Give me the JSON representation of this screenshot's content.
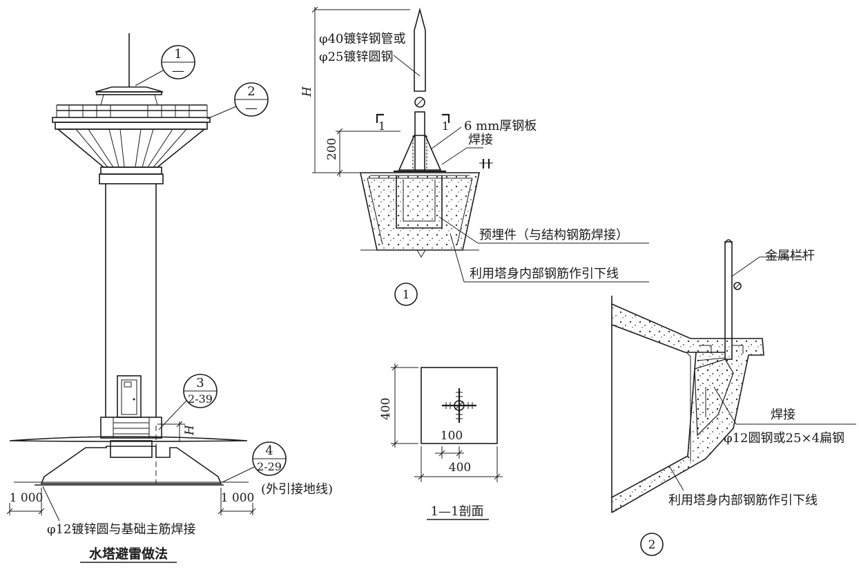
{
  "tower": {
    "title": "水塔避雷做法",
    "callout1_top": "1",
    "callout1_bottom": "—",
    "callout2_top": "2",
    "callout2_bottom": "—",
    "callout3_top": "3",
    "callout3_bottom": "2-39",
    "callout4_top": "4",
    "callout4_bottom": "2-29",
    "external_ground": "(外引接地线)",
    "dim_left": "1 000",
    "dim_right": "1 000",
    "dim_h": "H",
    "foundation_note": "φ12镀锌圆与基础主筋焊接"
  },
  "detail1": {
    "rod_line1": "φ40镀锌钢管或",
    "rod_line2": "φ25镀锌圆钢",
    "dim_h": "H",
    "dim_200": "200",
    "sec_left": "1",
    "sec_right": "1",
    "plate": "6 mm厚钢板",
    "weld": "焊接",
    "embedded": "预埋件（与结构钢筋焊接）",
    "downlead": "利用塔身内部钢筋作引下线",
    "label": "1"
  },
  "section": {
    "dim_400_v": "400",
    "dim_100": "100",
    "dim_400_h": "400",
    "title": "1—1剖面"
  },
  "detail2": {
    "railing": "金属栏杆",
    "weld": "焊接",
    "bar": "φ12圆钢或25×4扁钢",
    "downlead": "利用塔身内部钢筋作引下线",
    "label": "2"
  }
}
